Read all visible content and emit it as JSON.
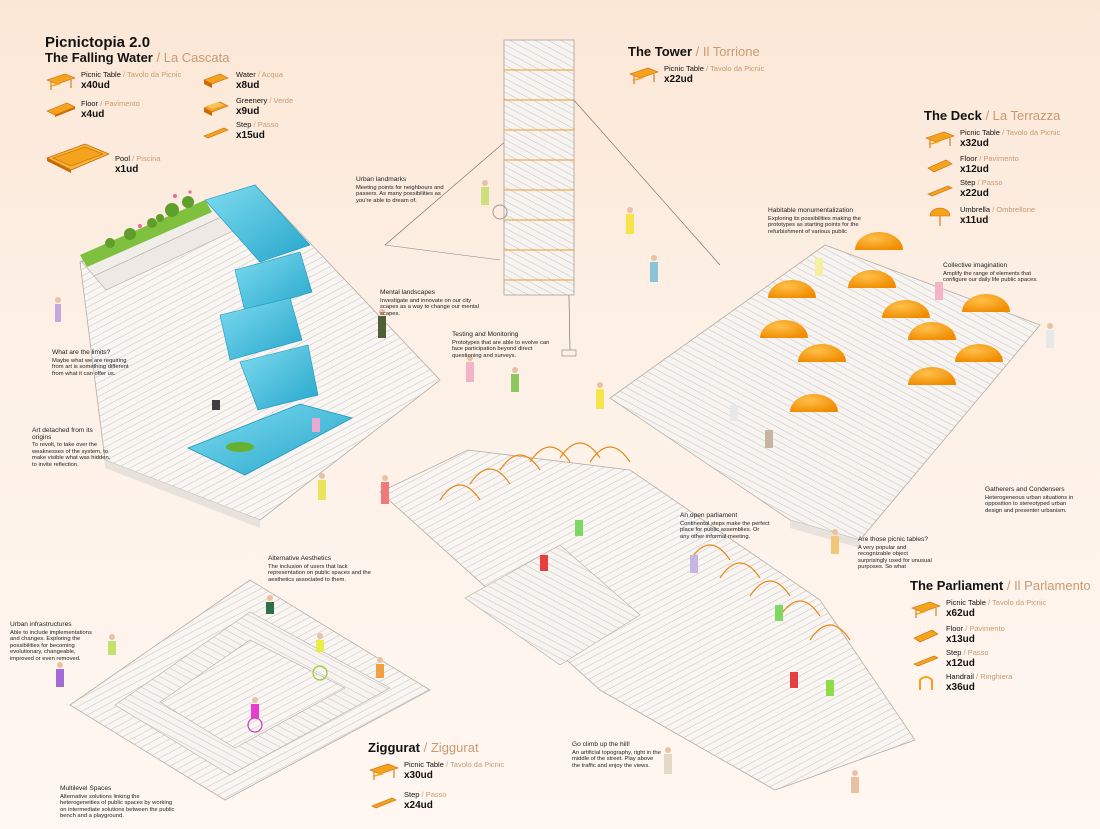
{
  "header": {
    "title": "Picnictopia 2.0"
  },
  "sections": {
    "cascata": {
      "title": "The Falling Water",
      "title_it": "La Cascata",
      "items": [
        {
          "label": "Picnic Table",
          "label_it": "Tavolo da Picnic",
          "count": "x40ud",
          "icon": "picnic-table"
        },
        {
          "label": "Floor",
          "label_it": "Pavimento",
          "count": "x4ud",
          "icon": "floor"
        },
        {
          "label": "Pool",
          "label_it": "Piscina",
          "count": "x1ud",
          "icon": "pool"
        },
        {
          "label": "Water",
          "label_it": "Acqua",
          "count": "x8ud",
          "icon": "water"
        },
        {
          "label": "Greenery",
          "label_it": "Verde",
          "count": "x9ud",
          "icon": "greenery"
        },
        {
          "label": "Step",
          "label_it": "Passo",
          "count": "x15ud",
          "icon": "step"
        }
      ]
    },
    "torrione": {
      "title": "The Tower",
      "title_it": "Il Torrione",
      "items": [
        {
          "label": "Picnic Table",
          "label_it": "Tavolo da Picnic",
          "count": "x22ud",
          "icon": "picnic-table"
        }
      ]
    },
    "terrazza": {
      "title": "The Deck",
      "title_it": "La Terrazza",
      "items": [
        {
          "label": "Picnic Table",
          "label_it": "Tavolo da Picnic",
          "count": "x32ud",
          "icon": "picnic-table"
        },
        {
          "label": "Floor",
          "label_it": "Pavimento",
          "count": "x12ud",
          "icon": "floor"
        },
        {
          "label": "Step",
          "label_it": "Passo",
          "count": "x22ud",
          "icon": "step"
        },
        {
          "label": "Umbrella",
          "label_it": "Ombrellone",
          "count": "x11ud",
          "icon": "umbrella"
        }
      ]
    },
    "parlamento": {
      "title": "The Parliament",
      "title_it": "Il Parlamento",
      "items": [
        {
          "label": "Picnic Table",
          "label_it": "Tavolo da Picnic",
          "count": "x62ud",
          "icon": "picnic-table"
        },
        {
          "label": "Floor",
          "label_it": "Pavimento",
          "count": "x13ud",
          "icon": "floor"
        },
        {
          "label": "Step",
          "label_it": "Passo",
          "count": "x12ud",
          "icon": "step"
        },
        {
          "label": "Handrail",
          "label_it": "Ringhiera",
          "count": "x36ud",
          "icon": "handrail"
        }
      ]
    },
    "ziggurat": {
      "title": "Ziggurat",
      "title_it": "Ziggurat",
      "items": [
        {
          "label": "Picnic Table",
          "label_it": "Tavolo da Picnic",
          "count": "x30ud",
          "icon": "picnic-table"
        },
        {
          "label": "Step",
          "label_it": "Passo",
          "count": "x24ud",
          "icon": "step"
        }
      ]
    }
  },
  "annotations": {
    "limits": {
      "heading": "What are the limits?",
      "body": "Maybe what we are requiring from art is something different from what it can offer us."
    },
    "art_detached": {
      "heading": "Art detached from its origins",
      "body": "To revolt, to take over the weaknesses of the system, to make visible what was hidden, to invite reflection."
    },
    "landmarks": {
      "heading": "Urban landmarks",
      "body": "Meeting points for neighbours and passers. As many possibilities as you're able to dream of."
    },
    "mental": {
      "heading": "Mental landscapes",
      "body": "Investigate and innovate on our city scapes as a way to change our mental scapes."
    },
    "testing": {
      "heading": "Testing and Monitoring",
      "body": "Prototypes that are able to evolve can face participation beyond direct questioning and surveys."
    },
    "habitable": {
      "heading": "Habitable monumentalization",
      "body": "Exploring its possibilities making the prototypes as starting points for the refurbishment of various public"
    },
    "collective": {
      "heading": "Collective imagination",
      "body": "Amplify the range of elements that configure our daily life public spaces."
    },
    "gatherers": {
      "heading": "Gatherers and Condensers",
      "body": "Heterogeneous urban situations in opposition to stereotyped urban design and presenter urbanism."
    },
    "picnic_tables": {
      "heading": "Are those picnic tables?",
      "body": "A very popular and recognizable object surprisingly used for unusual purposes. So what"
    },
    "parliament": {
      "heading": "An open parliament",
      "body": "Continental steps make the perfect place for public assemblies. Or any other informal meeting."
    },
    "aesthetics": {
      "heading": "Alternative Aesthetics",
      "body": "The inclusion of users that lack representation on public spaces and the aesthetics associated to them."
    },
    "infrastructures": {
      "heading": "Urban infrastructures",
      "body": "Able to include implementations and changes. Exploring the possibilities for becoming evolutionary, changeable, improved or even removed."
    },
    "climb": {
      "heading": "Go climb up the hill!",
      "body": "An artificial topography, right in the middle of the street. Play above the traffic and enjoy the views."
    },
    "multilevel": {
      "heading": "Multilevel Spaces",
      "body": "Alternative solutions linking the heterogeneities of public spaces by working on intermediate solutions between the public bench and a playground."
    }
  },
  "colors": {
    "orange": "#f5a21c",
    "orange_dark": "#c96a0a",
    "water": "#4fc8e4",
    "water_dark": "#1b97bd",
    "green": "#79b83a",
    "grid": "#c9c2bd",
    "accent_it": "#c99a72"
  }
}
